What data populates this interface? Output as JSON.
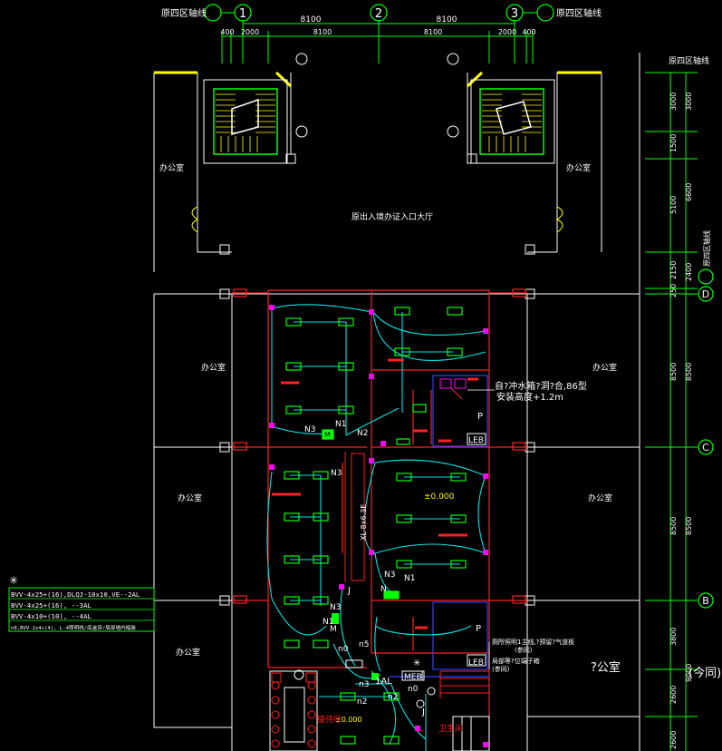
{
  "colors": {
    "background": "#000000",
    "wall": "#ffffff",
    "red": "#ff2020",
    "cyan": "#00e5e5",
    "green": "#00ff00",
    "magenta": "#ff00ff",
    "yellow": "#ffff00",
    "blue": "#3040ff"
  },
  "top_axes": {
    "left_label": "原四区轴线",
    "right_label": "原四区轴线",
    "bubbles": [
      "1",
      "2",
      "3"
    ],
    "dim_outer": [
      "8100",
      "8100"
    ],
    "dim_inner": [
      "400",
      "2000",
      "8100",
      "8100",
      "2000",
      "400"
    ]
  },
  "right_axes": {
    "top_label": "原四区轴线",
    "mid_label": "原四区轴线",
    "bubbles": [
      "D",
      "C",
      "B"
    ],
    "dims_a": [
      "3000",
      "1500",
      "5100",
      "2150",
      "250",
      "8500",
      "8500",
      "3800",
      "2600",
      "2600"
    ],
    "dims_b": [
      "3000",
      "6600",
      "2400",
      "8500",
      "8500",
      "9000"
    ],
    "note": "(今同)"
  },
  "rooms": {
    "office": "办公室",
    "office_lower": "?公室",
    "lobby": "原出入境办证入口大厅",
    "hall": "接待厅",
    "washroom": "卫生间"
  },
  "labels": {
    "N1": "N1",
    "N2": "N2",
    "N3": "N3",
    "n0": "n0",
    "n2": "n2",
    "n3": "n3",
    "n5": "n5",
    "M": "M",
    "J": "J",
    "P": "P",
    "N": "N",
    "LEB": "LEB",
    "MEB": "MEB",
    "panel_1AL": "1AL",
    "riser": "XL-8x6.3E",
    "level_0": "±0.000",
    "level_0b": "±0.000",
    "star": "✳",
    "heater_note_1": "自?冲水箱?洞?合,86型",
    "heater_note_2": "安装高度+1.2m",
    "wash_note_1": "厕所照明1主线,?预留?气道板",
    "wash_note_2": "(参同)",
    "wash_note_3": "局部等?位端子箱",
    "wash_note_4": "(参同)"
  },
  "legend": {
    "symbol": "✳",
    "rows": [
      "BVV-4x25+(16),DLQJ-10x10,VE--2AL",
      "BVV-4x25+(16),          --3AL",
      "BVV-4x10+(10),          --4AL",
      "n0,BVV-2x4+(4), L-4照明线/底盒穿/局部墙内暗装"
    ]
  }
}
